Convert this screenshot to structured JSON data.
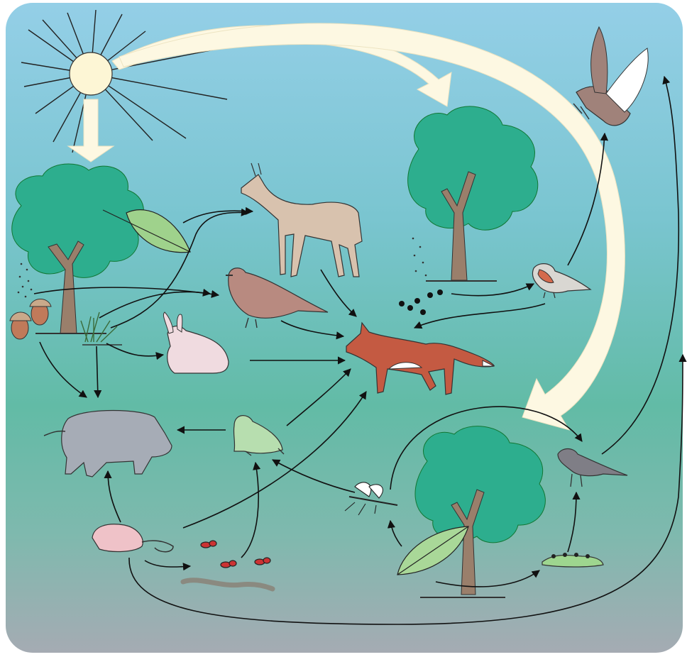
{
  "diagram": {
    "labels": [],
    "organisms": [
      "sun",
      "oak-tree",
      "leaf",
      "grass",
      "acorns",
      "roe-deer",
      "pheasant",
      "rabbit",
      "red-fox",
      "wild-boar",
      "frog",
      "shrew",
      "ants",
      "earthworm",
      "mosquito",
      "tree",
      "seeds",
      "robin",
      "hawk",
      "blackbird",
      "caterpillar"
    ],
    "links": [
      [
        "sun",
        "oak-tree"
      ],
      [
        "sun",
        "tree"
      ],
      [
        "sun",
        "tree"
      ],
      [
        "leaf",
        "roe-deer"
      ],
      [
        "grass",
        "roe-deer"
      ],
      [
        "acorns",
        "pheasant"
      ],
      [
        "grass",
        "rabbit"
      ],
      [
        "acorns",
        "wild-boar"
      ],
      [
        "grass",
        "wild-boar"
      ],
      [
        "roe-deer",
        "red-fox"
      ],
      [
        "pheasant",
        "red-fox"
      ],
      [
        "rabbit",
        "red-fox"
      ],
      [
        "frog",
        "red-fox"
      ],
      [
        "frog",
        "wild-boar"
      ],
      [
        "shrew",
        "wild-boar"
      ],
      [
        "shrew",
        "red-fox"
      ],
      [
        "shrew",
        "ants"
      ],
      [
        "shrew",
        "hawk"
      ],
      [
        "ants",
        "frog"
      ],
      [
        "mosquito",
        "frog"
      ],
      [
        "leaf",
        "mosquito"
      ],
      [
        "seeds",
        "robin"
      ],
      [
        "robin",
        "red-fox"
      ],
      [
        "robin",
        "hawk"
      ],
      [
        "mosquito",
        "blackbird"
      ],
      [
        "leaf",
        "caterpillar"
      ],
      [
        "caterpillar",
        "blackbird"
      ],
      [
        "blackbird",
        "hawk"
      ]
    ],
    "colors": {
      "sky_top": "#8fcde6",
      "ground_mid": "#63bba8",
      "ground_bottom": "#a3aab2",
      "canopy": "#2dae8e",
      "trunk": "#9a7f6b",
      "sun_ray_arrow": "#fdf8e1",
      "fox": "#c0573f",
      "deer": "#d6bfac",
      "boar": "#a5abb5",
      "frog": "#b8dfb0"
    }
  }
}
